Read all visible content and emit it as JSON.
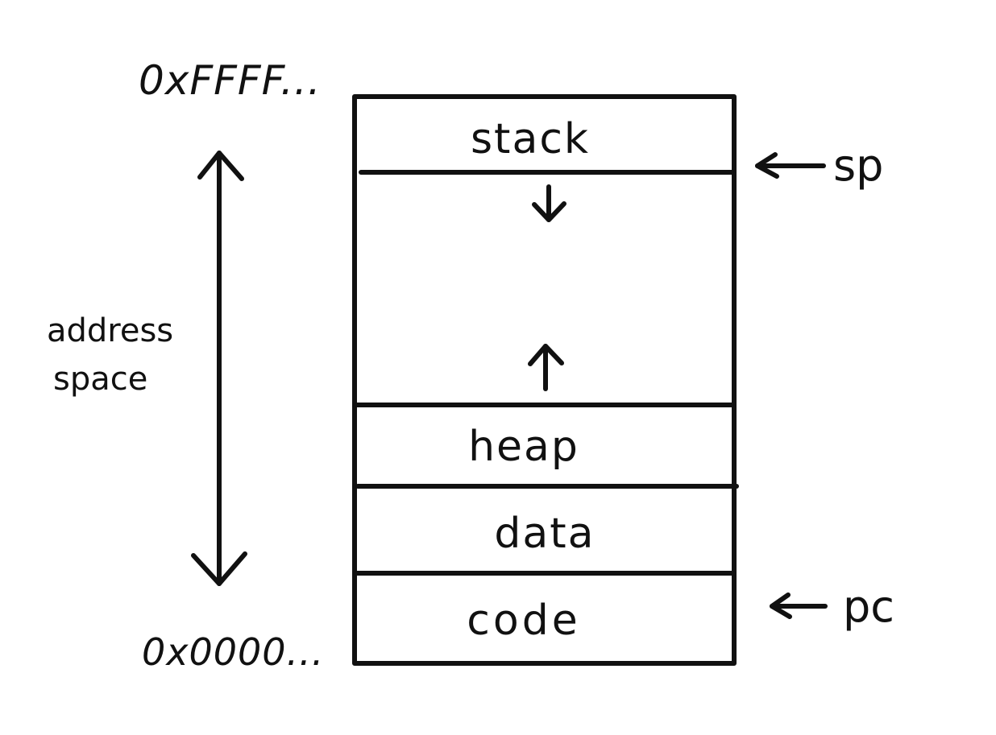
{
  "diagram": {
    "addresses": {
      "top": "0xFFFF...",
      "bottom": "0x0000..."
    },
    "address_space_label": {
      "line1": "address",
      "line2": "space"
    },
    "segments": [
      {
        "label": "stack"
      },
      {
        "label": "heap"
      },
      {
        "label": "data"
      },
      {
        "label": "code"
      }
    ],
    "pointers": {
      "stack_pointer": "sp",
      "program_counter": "pc"
    },
    "ink_color": "#111111"
  }
}
